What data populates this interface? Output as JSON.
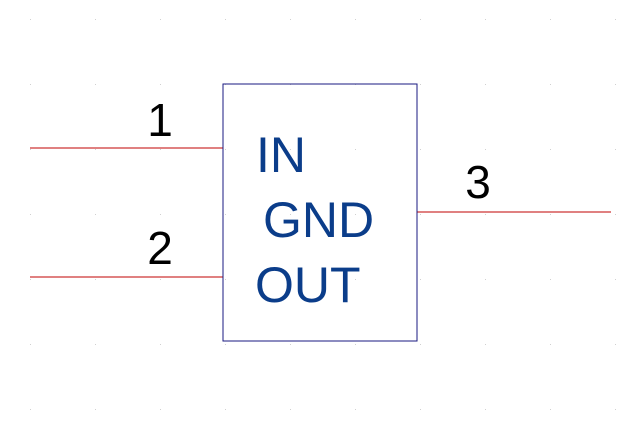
{
  "component": {
    "pins": [
      {
        "number": "1",
        "name": "IN"
      },
      {
        "number": "2",
        "name": "OUT"
      },
      {
        "number": "3",
        "name": "GND"
      }
    ]
  },
  "colors": {
    "body_outline": "#1a1a80",
    "pin_line": "#c00000",
    "pin_name_text": "#0b3d8a",
    "pin_number_text": "#000000",
    "grid_dot": "#d0d0d0",
    "background": "#ffffff"
  }
}
